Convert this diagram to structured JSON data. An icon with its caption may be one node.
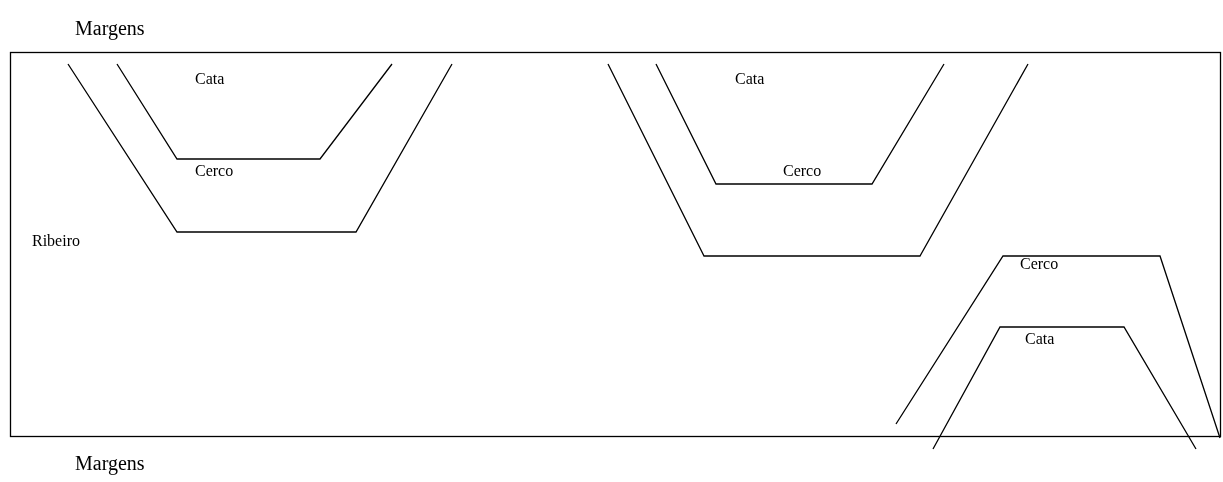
{
  "diagram": {
    "labels": [
      "Margens",
      "Cata",
      "Cata",
      "Cerco",
      "Cerco",
      "Ribeiro",
      "Cerco",
      "Cata",
      "Margens"
    ]
  }
}
